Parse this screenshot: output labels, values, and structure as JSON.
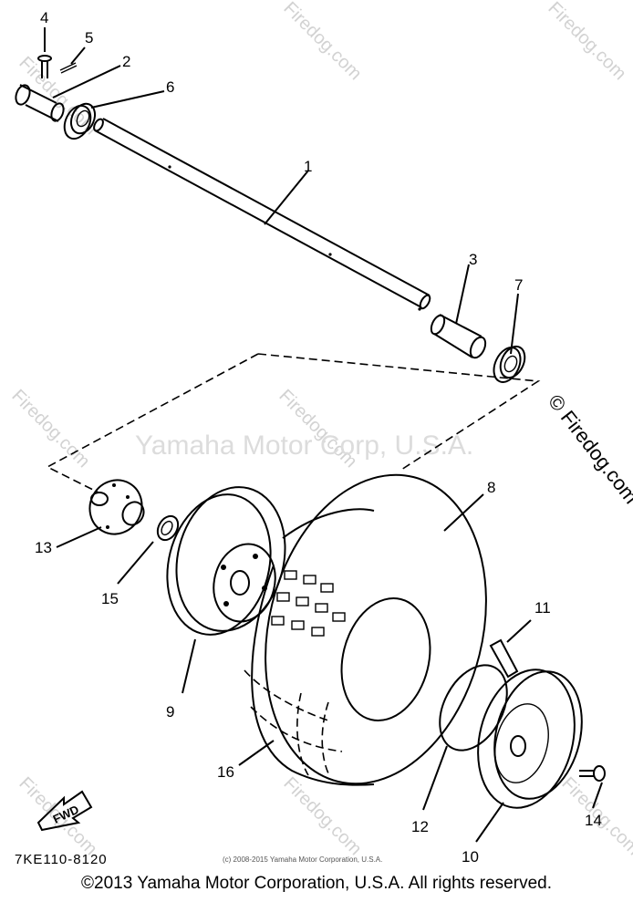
{
  "diagram": {
    "callouts": [
      "1",
      "2",
      "3",
      "4",
      "5",
      "6",
      "7",
      "8",
      "9",
      "10",
      "11",
      "12",
      "13",
      "14",
      "15",
      "16"
    ],
    "fwd_label": "FWD",
    "part_code": "7KE110-8120",
    "small_copyright": "(c) 2008-2015 Yamaha Motor Corporation, U.S.A.",
    "watermark_center": "Yamaha Motor Corp, U.S.A.",
    "watermark_site": "Firedog.com",
    "watermark_site_right": "© Firedog.com"
  },
  "footer": "©2013 Yamaha Motor Corporation, U.S.A. All rights reserved."
}
